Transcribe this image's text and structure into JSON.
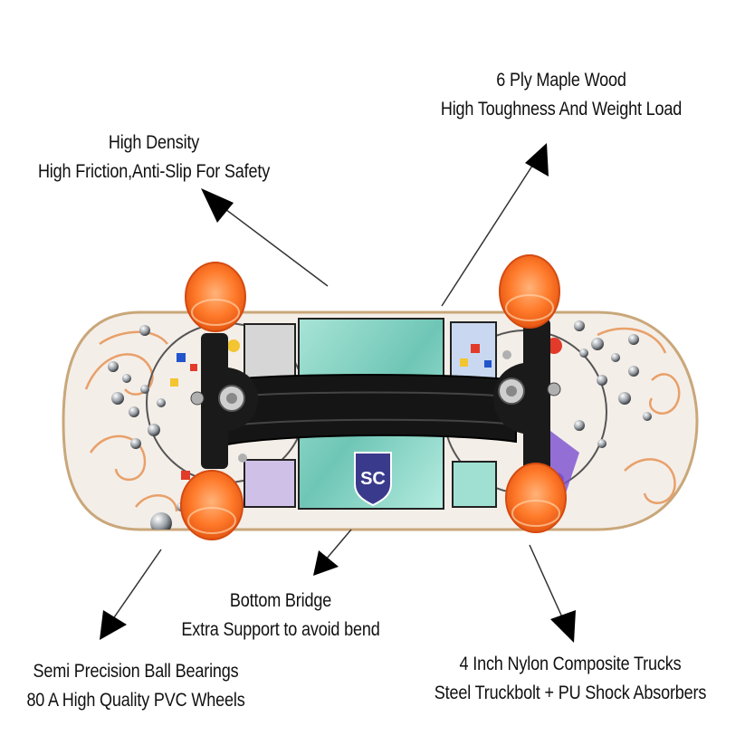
{
  "callouts": {
    "density": {
      "line1": "High Density",
      "line2": "High Friction,Anti-Slip For Safety"
    },
    "maple": {
      "line1": "6 Ply Maple Wood",
      "line2": "High Toughness And Weight Load"
    },
    "bridge": {
      "line1": "Bottom Bridge",
      "line2": "Extra Support to avoid bend"
    },
    "bearings": {
      "line1": "Semi Precision Ball Bearings",
      "line2": "80 A High Quality PVC Wheels"
    },
    "trucks": {
      "line1": "4 Inch Nylon Composite Trucks",
      "line2": "Steel Truckbolt + PU Shock Absorbers"
    }
  },
  "logo": {
    "text": "SC"
  },
  "colors": {
    "wheel": "#ff6a1f",
    "deck": "#f4eee8",
    "truck": "#1a1a1a",
    "panel": "#8fd6c8",
    "swirl": "#e8a06a"
  }
}
